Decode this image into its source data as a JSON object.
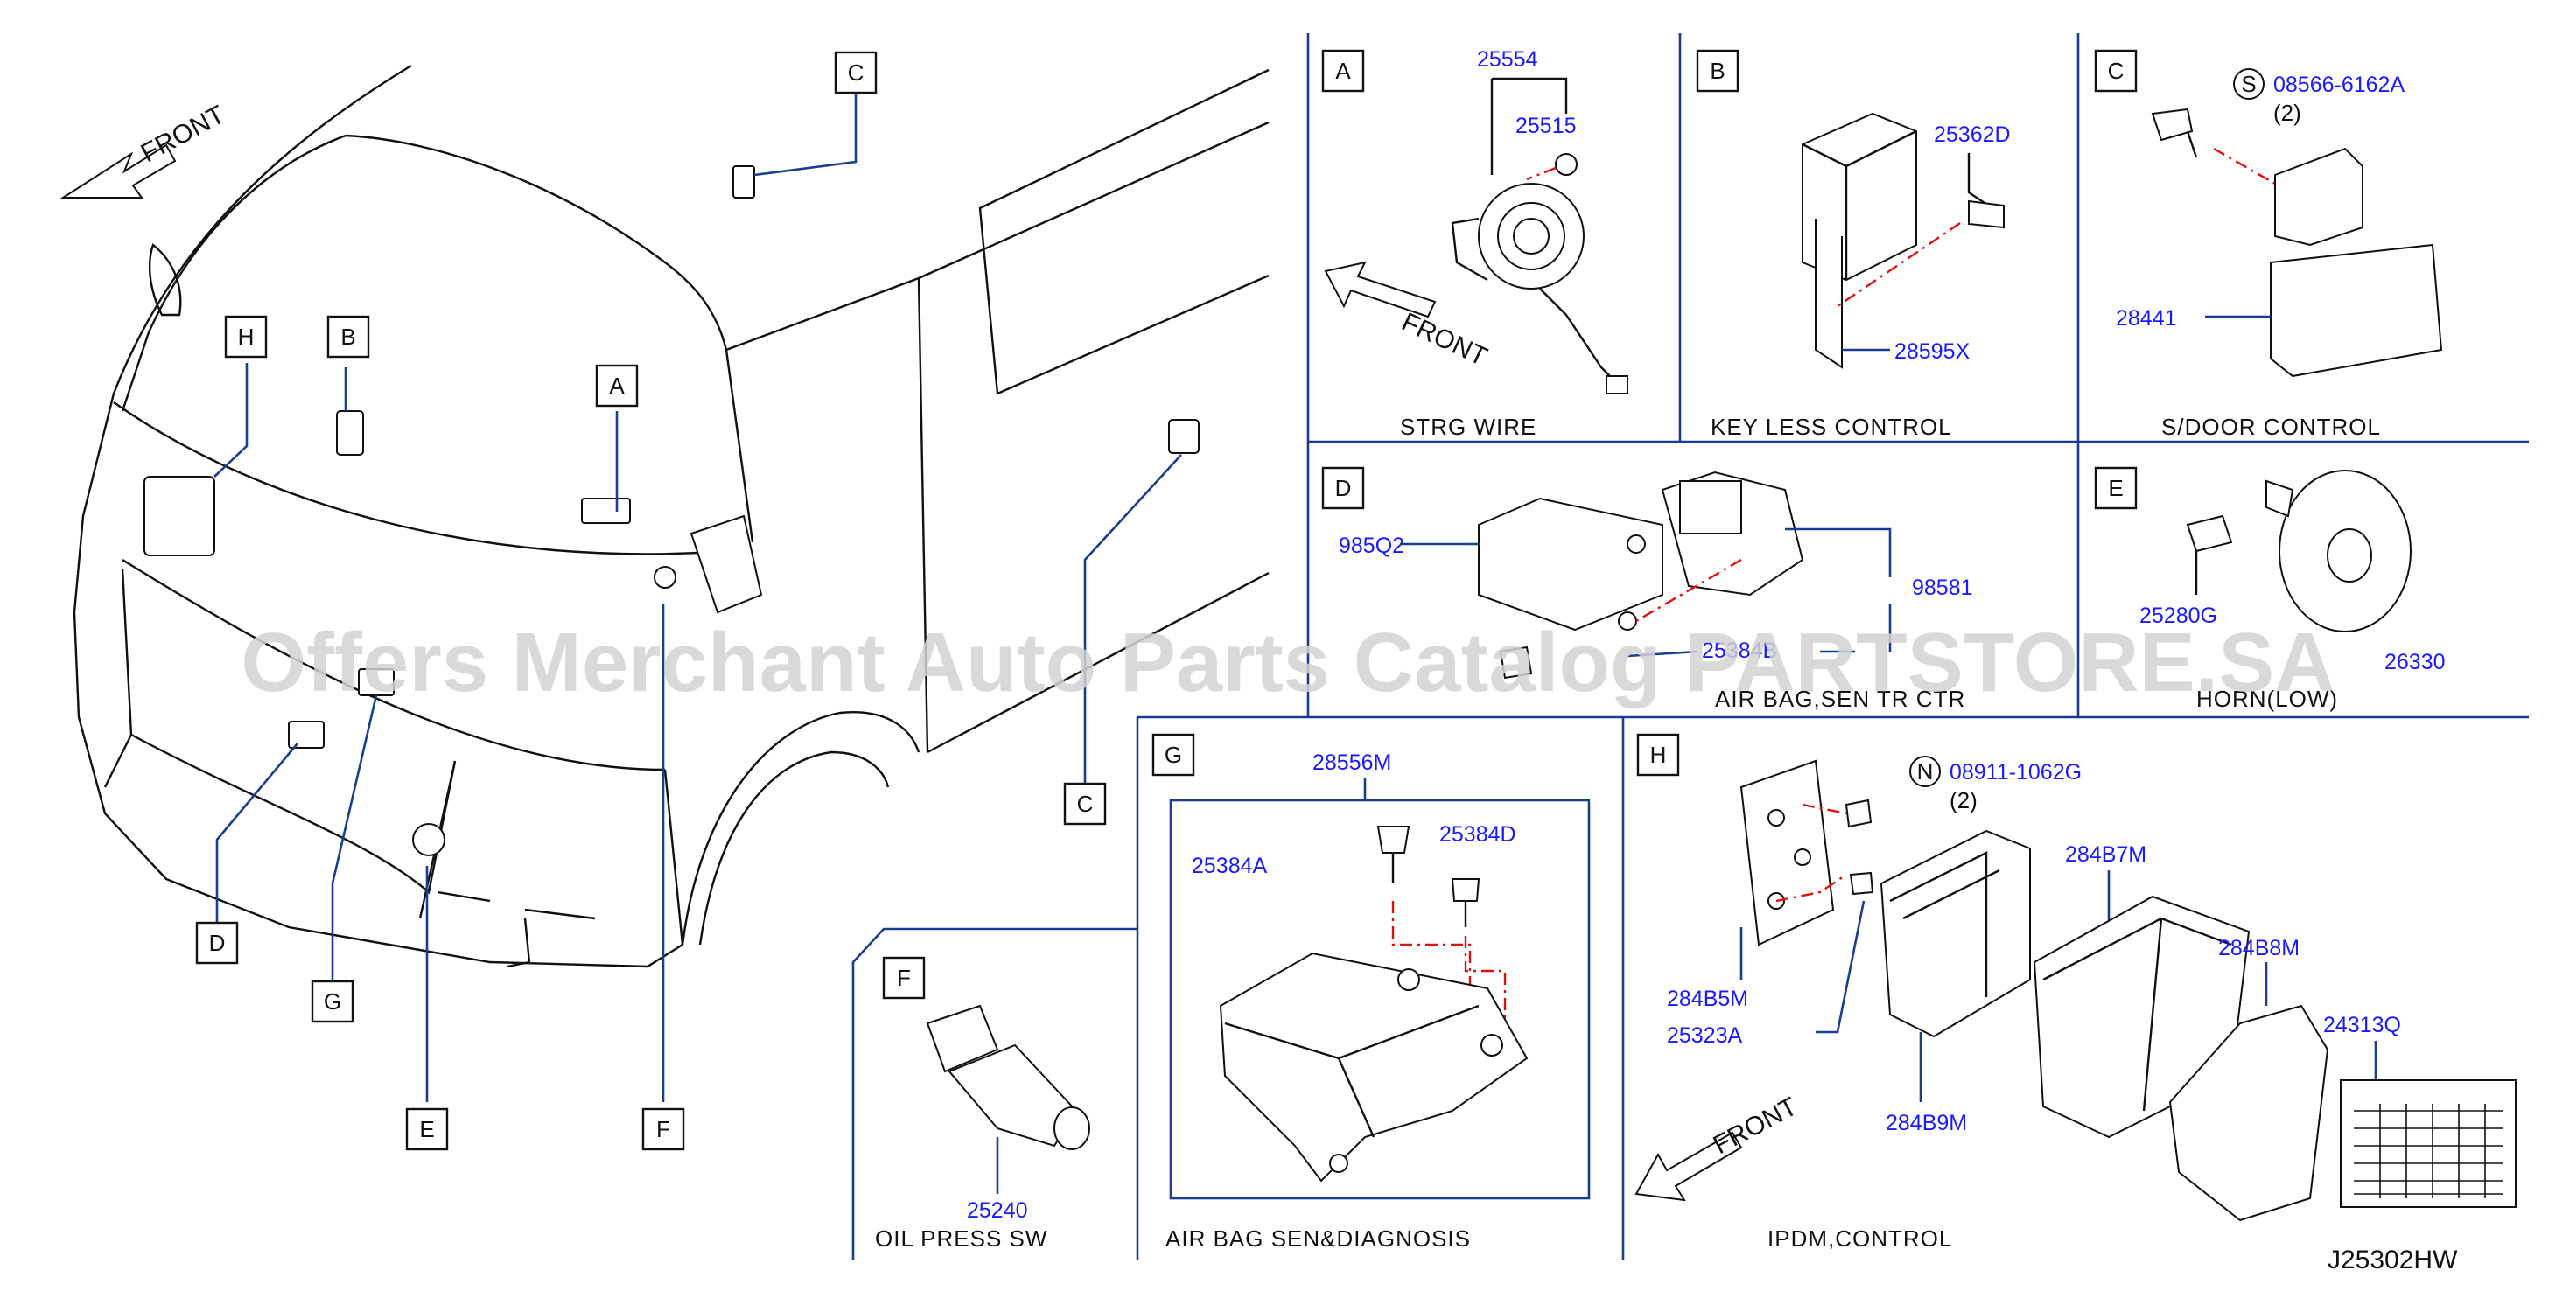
{
  "watermark": "Offers Merchant Auto Parts Catalog PARTSTORE.SA",
  "diagram_code": "J25302HW",
  "front_label": "FRONT",
  "colors": {
    "part_number": "#1a1aff",
    "leader": "#1a3d8f",
    "centerline": "#e01010",
    "watermark": "#d3d3d3"
  },
  "vehicle_callouts": [
    "A",
    "B",
    "C",
    "C",
    "D",
    "E",
    "F",
    "G",
    "H"
  ],
  "panels": {
    "A": {
      "letter": "A",
      "caption": "STRG   WIRE",
      "parts": [
        "25554",
        "25515"
      ]
    },
    "B": {
      "letter": "B",
      "caption": "KEY   LESS   CONTROL",
      "parts": [
        "25362D",
        "28595X"
      ]
    },
    "C": {
      "letter": "C",
      "caption": "S/DOOR   CONTROL",
      "parts": [
        "08566-6162A",
        "28441"
      ],
      "qty": "(2)",
      "symbol": "S"
    },
    "D": {
      "letter": "D",
      "caption": "AIR   BAG,SEN   TR   CTR",
      "parts": [
        "985Q2",
        "98581",
        "25384B"
      ]
    },
    "E": {
      "letter": "E",
      "caption": "HORN(LOW)",
      "parts": [
        "25280G",
        "26330"
      ]
    },
    "F": {
      "letter": "F",
      "caption": "OIL   PRESS   SW",
      "parts": [
        "25240"
      ]
    },
    "G": {
      "letter": "G",
      "caption": "AIR   BAG   SEN&DIAGNOSIS",
      "parts": [
        "28556M",
        "25384A",
        "25384D"
      ]
    },
    "H": {
      "letter": "H",
      "caption": "IPDM,CONTROL",
      "parts": [
        "08911-1062G",
        "284B7M",
        "284B5M",
        "25323A",
        "284B9M",
        "284B8M",
        "24313Q"
      ],
      "qty": "(2)",
      "symbol": "N"
    }
  }
}
